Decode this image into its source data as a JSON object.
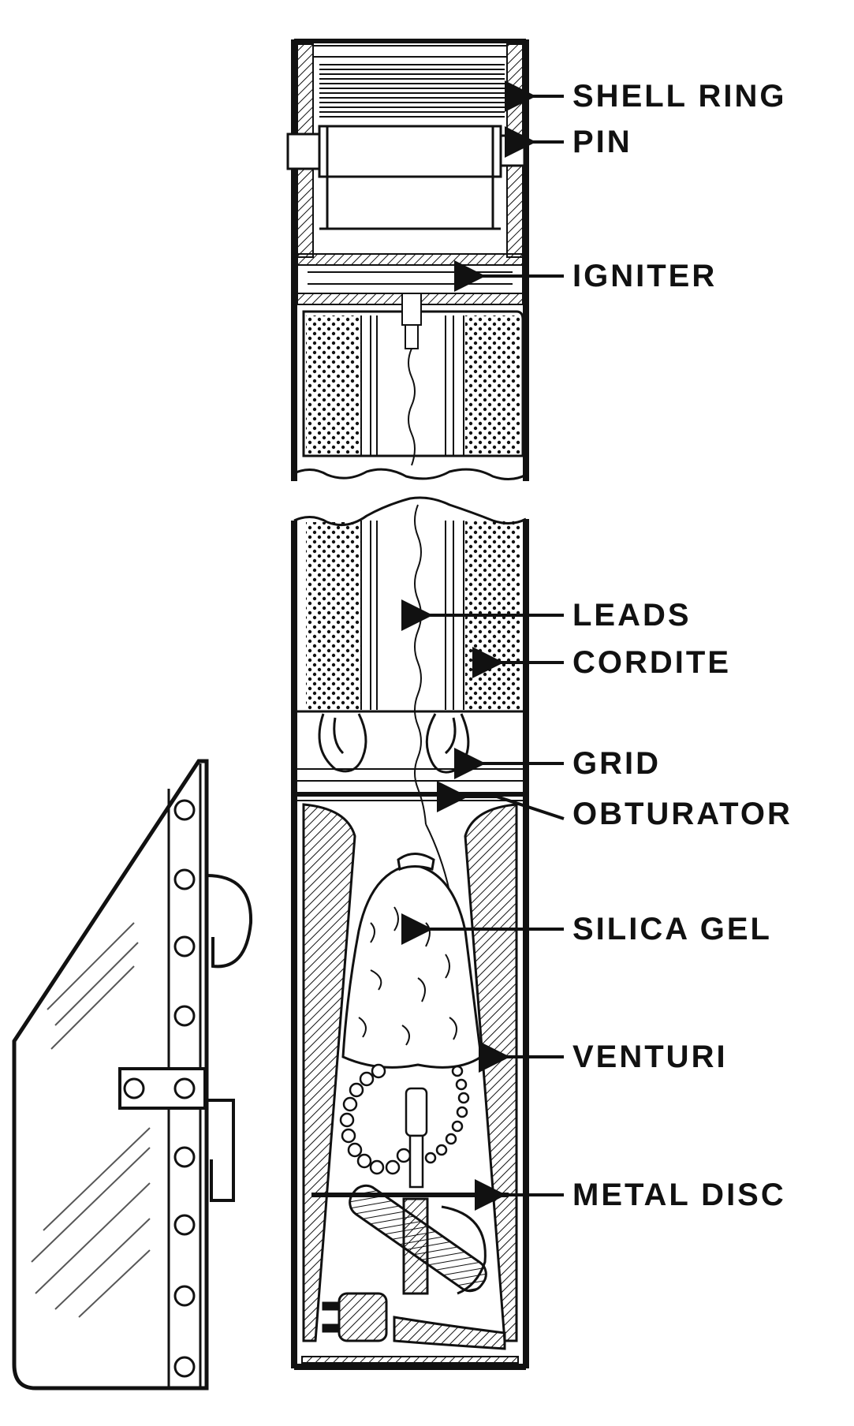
{
  "labels": {
    "shell_ring": "SHELL RING",
    "pin": "PIN",
    "igniter": "IGNITER",
    "leads": "LEADS",
    "cordite": "CORDITE",
    "grid": "GRID",
    "obturator": "OBTURATOR",
    "silica_gel": "SILICA GEL",
    "venturi": "VENTURI",
    "metal_disc": "METAL DISC"
  },
  "colors": {
    "ink": "#111111",
    "background": "#ffffff"
  }
}
